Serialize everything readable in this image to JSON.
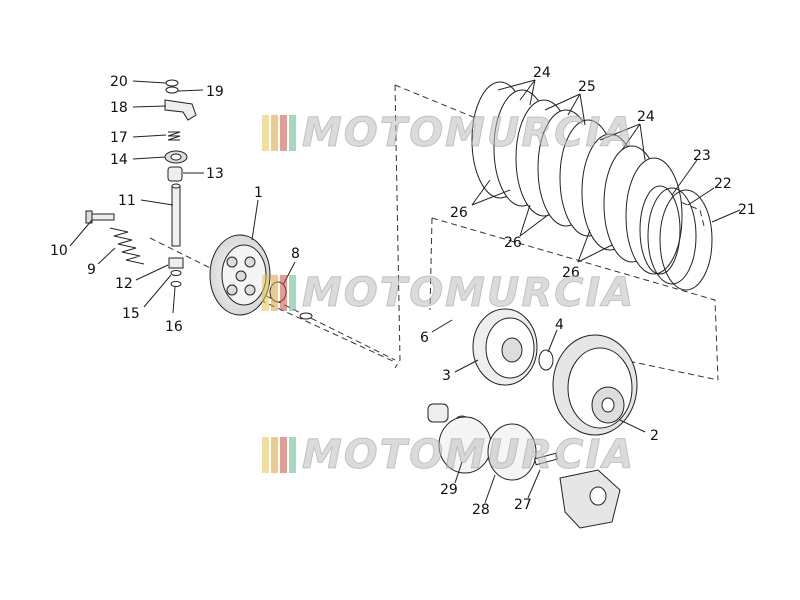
{
  "diagram": {
    "callouts": [
      "20",
      "19",
      "18",
      "17",
      "14",
      "13",
      "11",
      "10",
      "9",
      "12",
      "15",
      "16",
      "1",
      "8",
      "24",
      "25",
      "24",
      "23",
      "22",
      "21",
      "26",
      "26",
      "26",
      "6",
      "4",
      "3",
      "2",
      "29",
      "28",
      "27"
    ]
  },
  "watermark": {
    "text": "MOTOMURCIA",
    "bar_colors": [
      "#e8c44a",
      "#d9a23a",
      "#d24a3a",
      "#5fb88a"
    ]
  }
}
